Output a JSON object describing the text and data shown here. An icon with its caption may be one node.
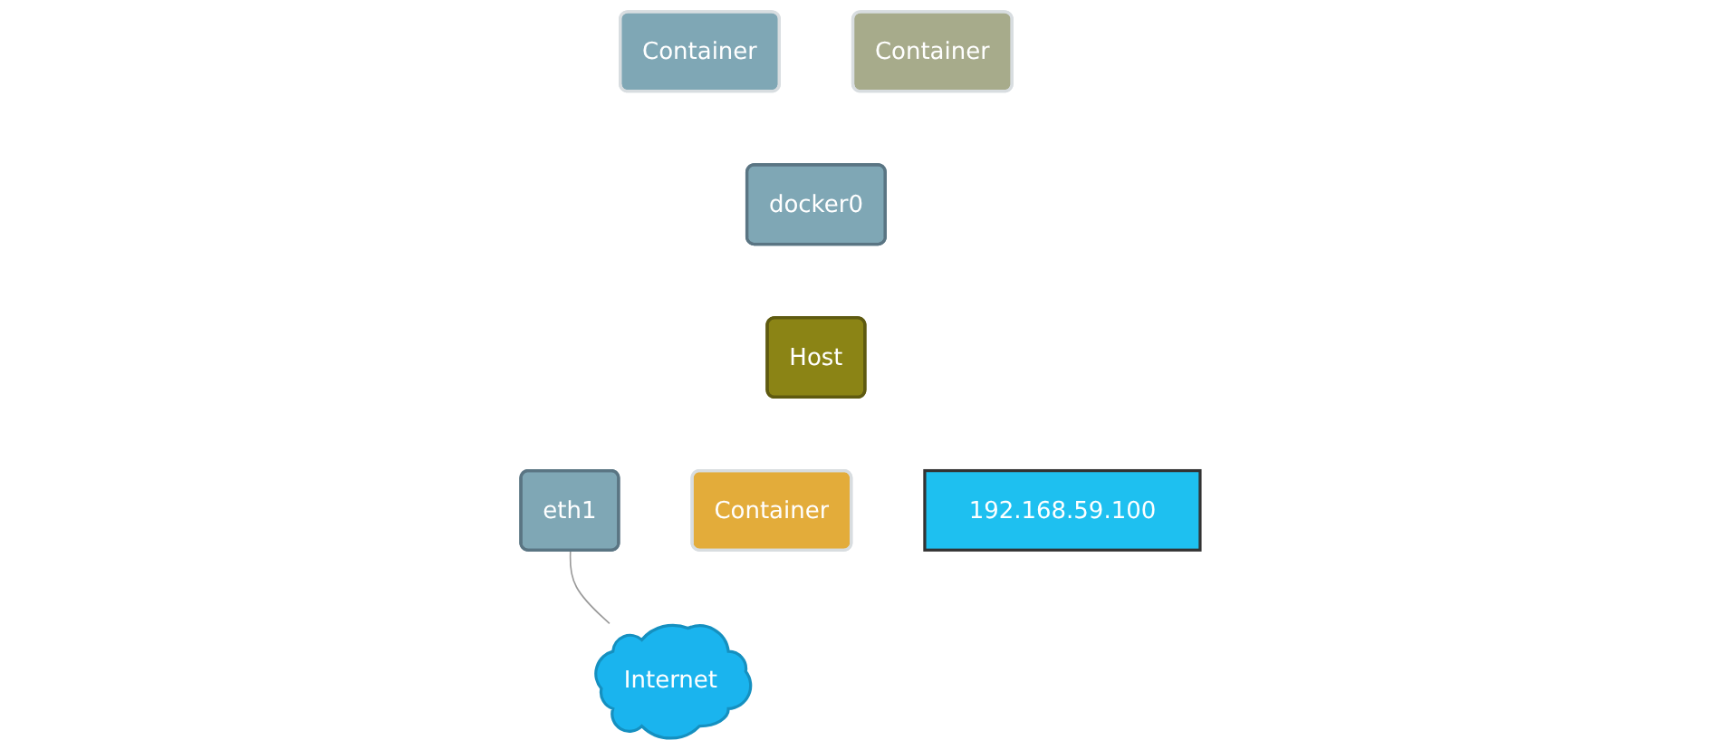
{
  "diagram": {
    "nodes": [
      {
        "text": [
          "Container"
        ]
      },
      {
        "text": [
          "Container"
        ]
      },
      {
        "text": [
          "Container"
        ]
      },
      {
        "text": [
          "docker0"
        ]
      },
      {
        "text": [
          "Host"
        ]
      },
      {
        "text": [
          "eth1"
        ]
      },
      {
        "text": [
          "192.168.59.100"
        ]
      },
      {
        "text": [
          "Internet"
        ]
      }
    ],
    "edges": [
      {
        "from": 5,
        "to": 7,
        "arrow": "none"
      }
    ]
  }
}
